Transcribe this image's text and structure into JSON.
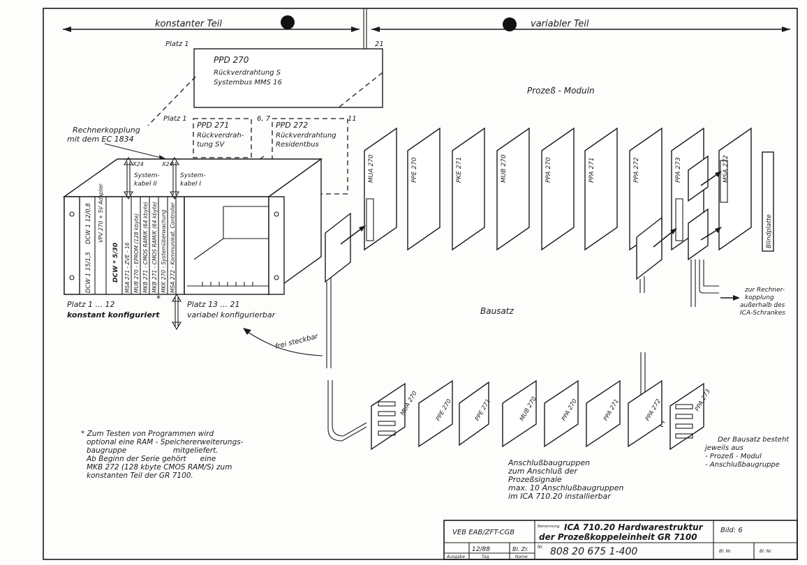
{
  "header": {
    "left_section": "konstanter Teil",
    "right_section": "variabler Teil"
  },
  "slot_labels": {
    "platz_1_top": "Platz 1",
    "platz_21_top": "21",
    "platz_1_mid": "Platz 1",
    "platz_67": "6, 7",
    "platz_11": "11"
  },
  "ppd270": {
    "title": "PPD 270",
    "line1": "Rückverdrahtung S",
    "line2": "Systembus MMS 16"
  },
  "ppd271": {
    "title": "PPD 271",
    "line1": "Rückverdrah-",
    "line2": "tung SV"
  },
  "ppd272": {
    "title": "PPD 272",
    "line1": "Rückverdrahtung",
    "line2": "Residentbus"
  },
  "rechnerkopplung": {
    "line1": "Rechnerkopplung",
    "line2": "mit dem EC 1834"
  },
  "cable_labels": {
    "x24a": "X24",
    "x24b": "X24",
    "system_kabel_ii_1": "System-",
    "system_kabel_ii_2": "kabel II",
    "system_kabel_i_1": "System-",
    "system_kabel_i_2": "kabel I"
  },
  "rack_cards": [
    "DCW 1 15/1,5",
    "DCW 1 12/0,8",
    "VPV 270 + 5V Adapter",
    "DCW * 5/30",
    "MSA 271 - ZVE - 16",
    "MUB 270 - EPROM (128 kbyte)",
    "MKB 271 - CMOS RAM/K (64 kbyte)",
    "MKB 271 - CMOS RAM/K (64 kbyte)",
    "MKK 270 - Systemüberwachung",
    "MSA 272 - Kommunikat. Controller"
  ],
  "platz_bottom": {
    "left_line1": "Platz 1 ... 12",
    "left_line2": "konstant konfiguriert",
    "star": "*",
    "right_line1": "Platz 13 ... 21",
    "right_line2": "variabel konfigurierbar"
  },
  "frei_steckbar": "frei steckbar",
  "prozess_moduln": "Prozeß - Moduln",
  "modules": [
    "MUA 270",
    "PPE 270",
    "PKE 271",
    "MUB 270",
    "PPA 270",
    "PPA 271",
    "PPA 272",
    "PPA 273",
    "MSA 272"
  ],
  "blindplatte": "Blindplatte",
  "bausatz": "Bausatz",
  "rechner_note": {
    "l1": "zur Rechner-",
    "l2": "kopplung",
    "l3": "außerhalb des",
    "l4": "ICA-Schrankes"
  },
  "bottom_modules": [
    "MUA 270",
    "PPE 270",
    "PPE 271",
    "MUB 270",
    "PPA 270",
    "PPA 271",
    "PPA 272",
    "PPA 273"
  ],
  "footnote": {
    "l1": "*  Zum Testen von Programmen wird",
    "l2": "optional eine RAM - Speichererweiterungs-",
    "l3": "baugruppe                    mitgeliefert.",
    "l4": "Ab Beginn der Serie gehört      eine",
    "l5": "MKB 272  (128 kbyte CMOS RAM/S) zum",
    "l6": "konstanten Teil der GR 7100."
  },
  "anschluss_note": {
    "l1": "Anschlußbaugruppen",
    "l2": "zum Anschluß der",
    "l3": "Prozeßsignale",
    "l4": "max. 10 Anschlußbaugruppen",
    "l5": "im ICA 710.20 installierbar"
  },
  "bausatz_note": {
    "l1": "Der Bausatz besteht",
    "l2": "jeweils aus",
    "l3": "- Prozeß - Modul",
    "l4": "- Anschlußbaugruppe"
  },
  "title_block": {
    "org": "VEB EAB/ZFT-CGB",
    "date": "12/88",
    "signature": "Bl. Zr.",
    "row_labels": [
      "Ausgabe",
      "Tag",
      "Name"
    ],
    "benennung_label": "Benennung",
    "title1": "ICA 710.20 Hardwarestruktur",
    "title2": "der Prozeßkoppeleinheit GR 7100",
    "bild": "Bild: 6",
    "number_label": "Nr.",
    "number": "808 20 675 1-400",
    "small1": "Bl. Nr.",
    "small2": "Bl. Nr."
  }
}
